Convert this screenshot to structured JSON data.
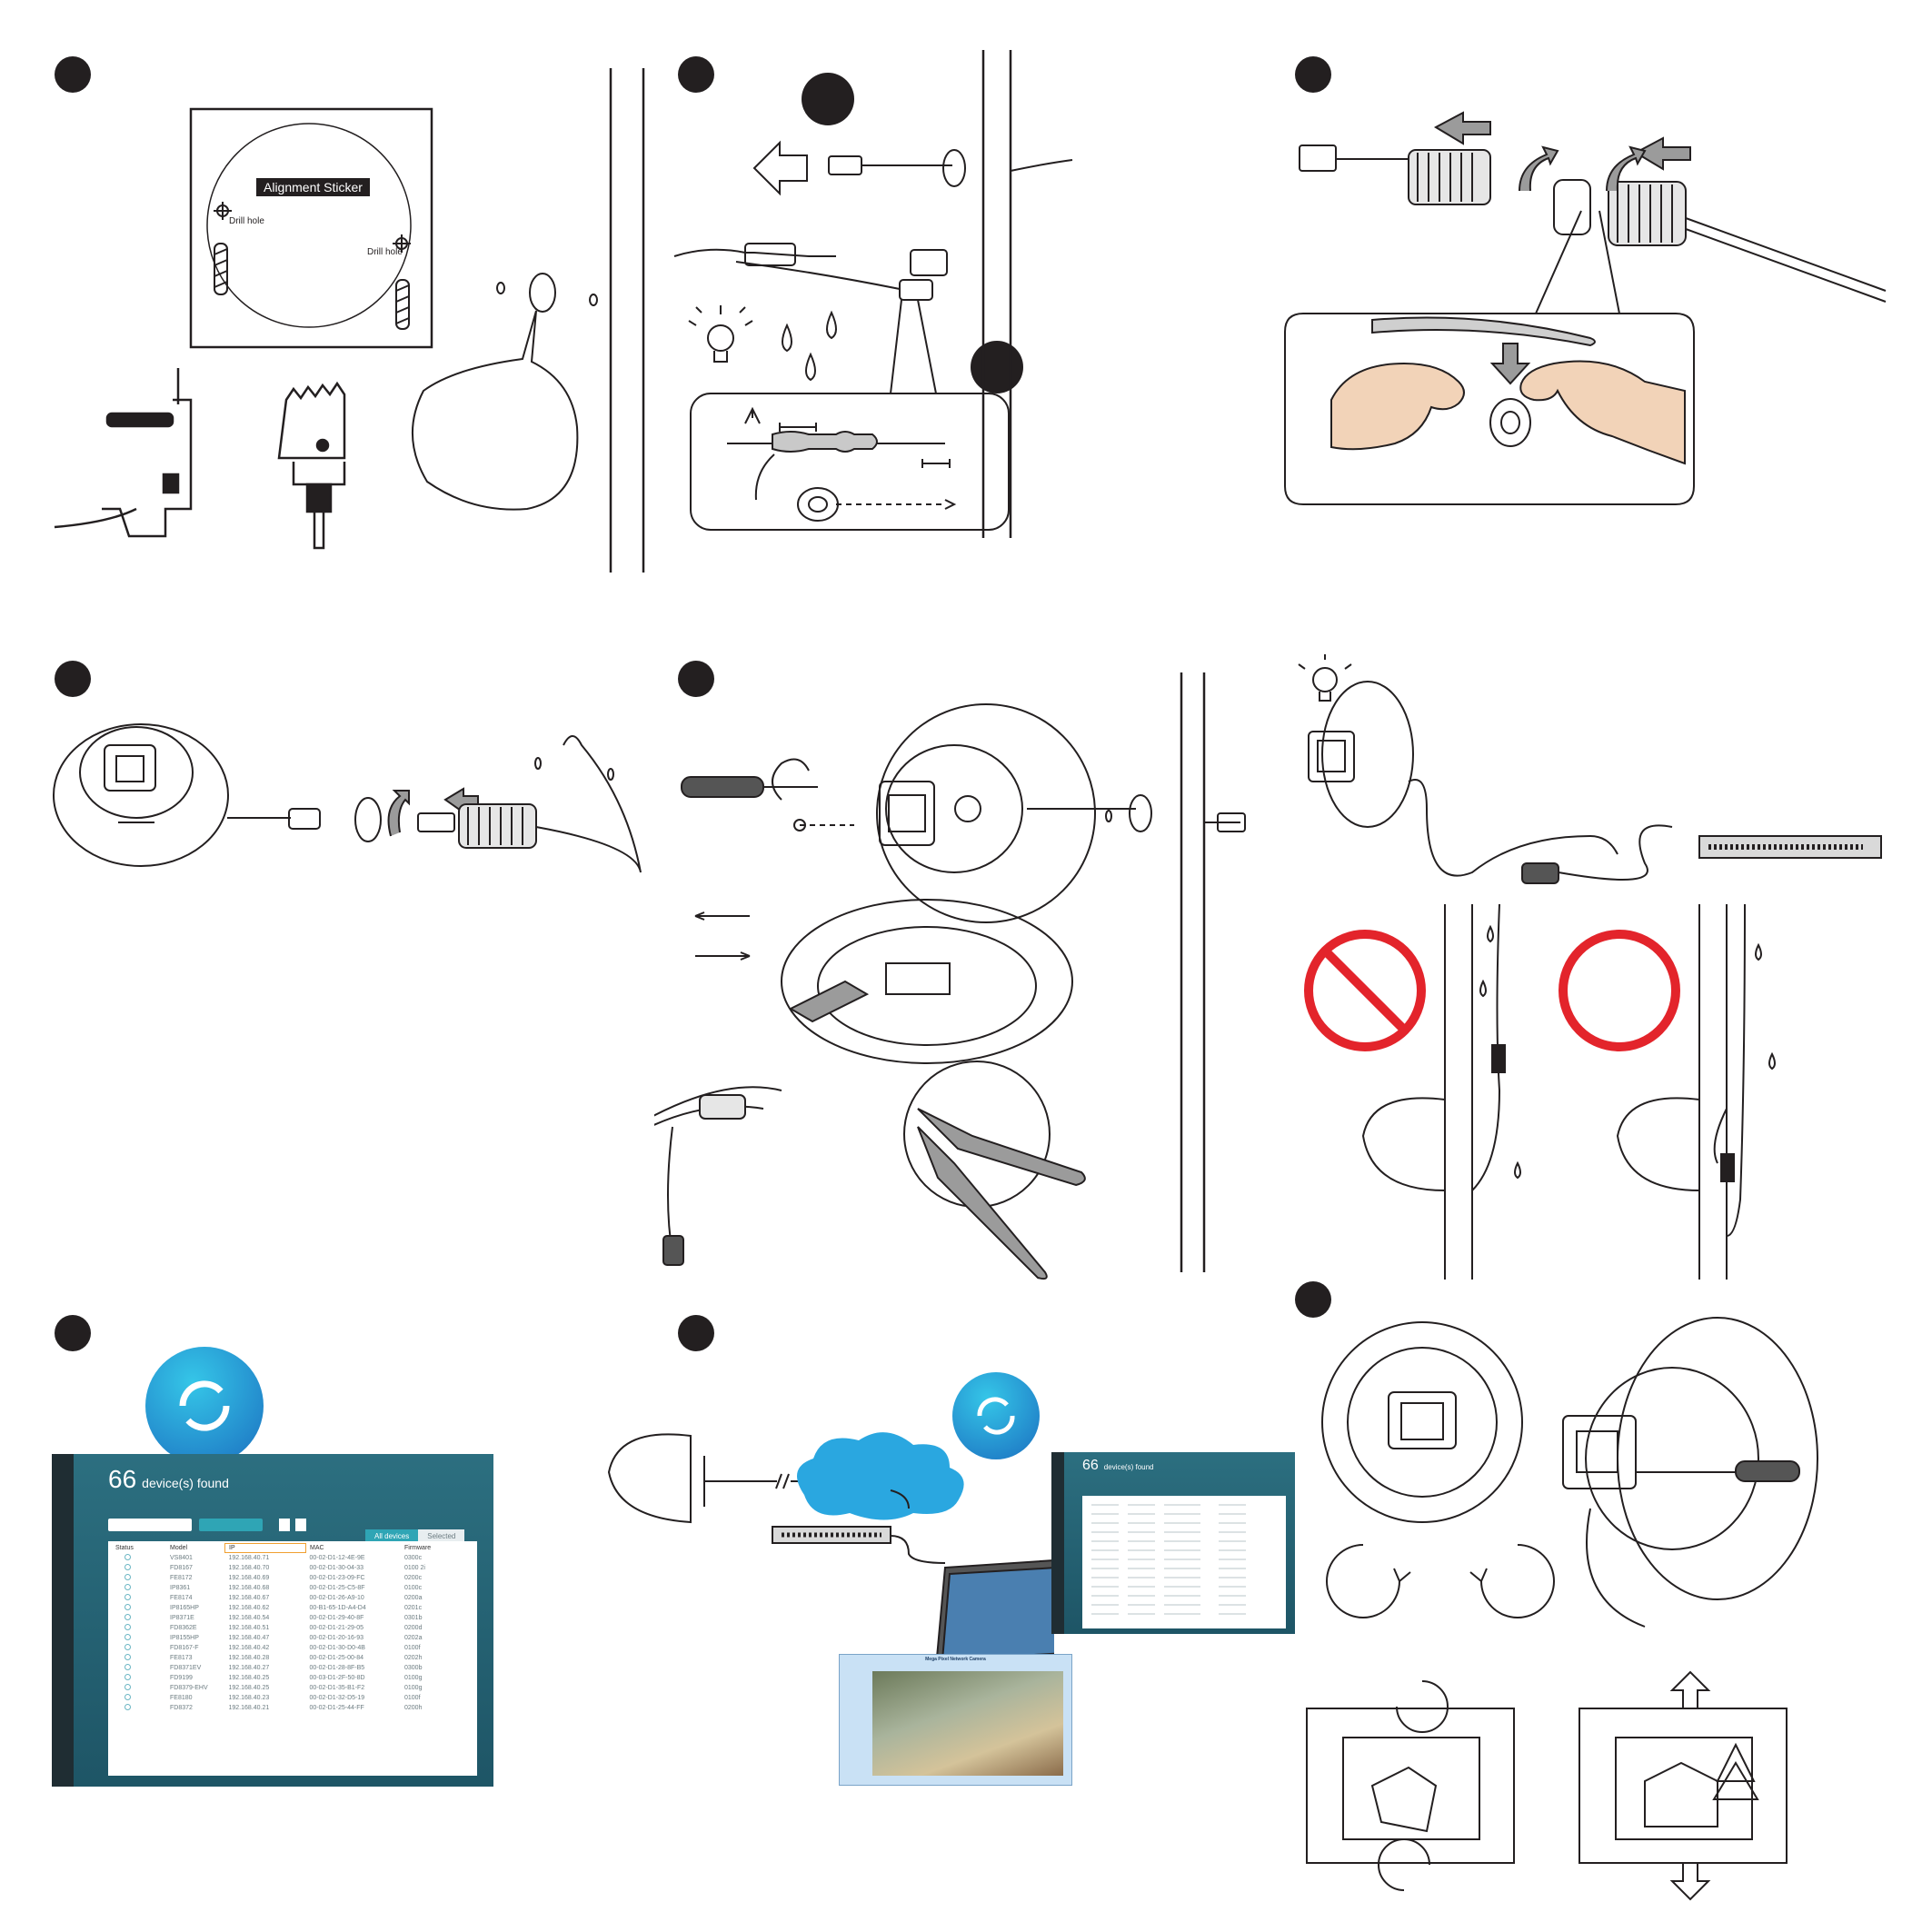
{
  "steps": {
    "count": 9
  },
  "sticker": {
    "title": "Alignment Sticker",
    "drill_hole_left": "Drill hole",
    "drill_hole_right": "Drill hole"
  },
  "software_large": {
    "count": "66",
    "found_label": "device(s) found",
    "tab_all": "All devices",
    "tab_selected": "Selected",
    "columns": [
      "Status",
      "Model",
      "IP",
      "MAC",
      "Firmware"
    ],
    "rows": [
      [
        "VS8401",
        "192.168.40.71",
        "00-02-D1-12-4E-9E",
        "0300c"
      ],
      [
        "FD8167",
        "192.168.40.70",
        "00-02-D1-30-04-33",
        "0100 2i"
      ],
      [
        "FE8172",
        "192.168.40.69",
        "00-02-D1-23-09-FC",
        "0200c"
      ],
      [
        "IP8361",
        "192.168.40.68",
        "00-02-D1-25-C5-8F",
        "0100c"
      ],
      [
        "FE8174",
        "192.168.40.67",
        "00-02-D1-26-A9-10",
        "0200a"
      ],
      [
        "IP8165HP",
        "192.168.40.62",
        "00-B1-65-1D-A4-D4",
        "0201c"
      ],
      [
        "IP8371E",
        "192.168.40.54",
        "00-02-D1-29-40-8F",
        "0301b"
      ],
      [
        "FD8362E",
        "192.168.40.51",
        "00-02-D1-21-29-05",
        "0200d"
      ],
      [
        "IP8155HP",
        "192.168.40.47",
        "00-02-D1-20-16-93",
        "0202a"
      ],
      [
        "FD8167-F",
        "192.168.40.42",
        "00-02-D1-30-D0-4B",
        "0100f"
      ],
      [
        "FE8173",
        "192.168.40.28",
        "00-02-D1-25-00-84",
        "0202h"
      ],
      [
        "FD8371EV",
        "192.168.40.27",
        "00-02-D1-28-8F-B5",
        "0300b"
      ],
      [
        "FD9199",
        "192.168.40.25",
        "00-03-D1-2F-50-8D",
        "0100g"
      ],
      [
        "FD8379-EHV",
        "192.168.40.25",
        "00-02-D1-35-B1-F2",
        "0100g"
      ],
      [
        "FE8180",
        "192.168.40.23",
        "00-02-D1-32-D5-19",
        "0100f"
      ],
      [
        "FD8372",
        "192.168.40.21",
        "00-02-D1-25-44-FF",
        "0200h"
      ]
    ]
  },
  "software_small": {
    "count": "66",
    "found_label": "device(s) found"
  },
  "center_window": {
    "title": "Mega Pixel Network Camera"
  },
  "colors": {
    "ink": "#231f20",
    "prohibit_red": "#e3242b",
    "screen_teal": "#2c6f80",
    "accent_teal": "#2fa5b5",
    "cloud_blue": "#2aa7e0",
    "icon_blue": "#1b6fc0"
  }
}
